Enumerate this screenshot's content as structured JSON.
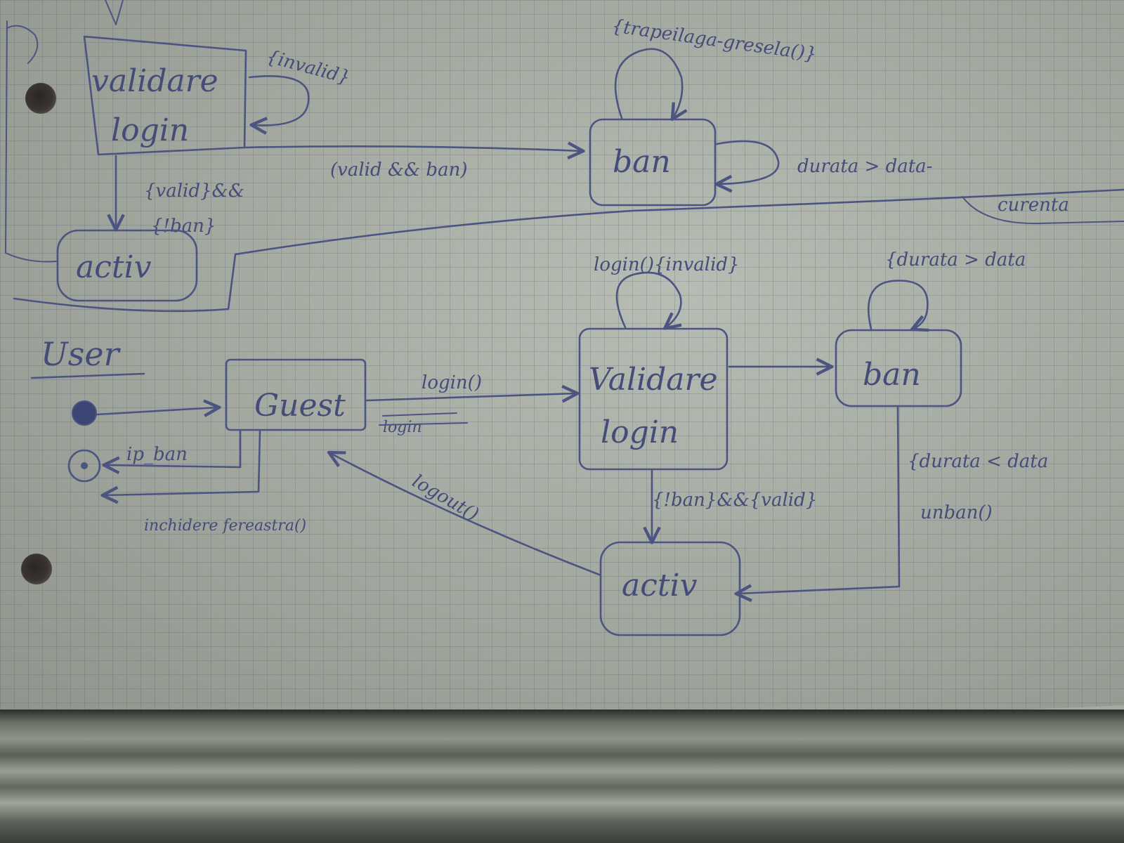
{
  "diagram": {
    "top": {
      "states": {
        "validare_login": [
          "validare",
          "login"
        ],
        "ban": "ban",
        "activ": "activ"
      },
      "labels": {
        "self_invalid": "{invalid}",
        "valid_ban": "(valid && ban)",
        "valid_not_ban": [
          "{valid}&&",
          "{!ban}"
        ],
        "ban_self": "{trapeilaga-gresela()}",
        "durata": "durata > data-",
        "durata_cont": "curenta"
      }
    },
    "user": {
      "title": "User",
      "states": {
        "guest": "Guest",
        "validare_login": [
          "Validare",
          "login"
        ],
        "ban": "ban",
        "activ": "activ"
      },
      "labels": {
        "login": "login()",
        "login_struck": "login",
        "ip_ban": "ip_ban",
        "inchidere": "inchidere fereastra()",
        "logout": "logout()",
        "login_invalid": "login(){invalid}",
        "not_ban_valid": "{!ban}&&{valid}",
        "durata_ban_self": "{durata > data",
        "durata_unban": "{durata < data",
        "unban": "unban()"
      }
    }
  }
}
